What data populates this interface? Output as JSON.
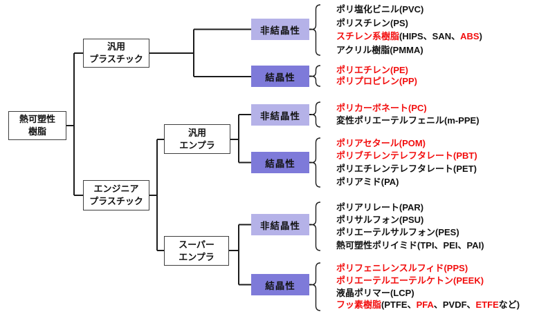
{
  "colors": {
    "amorphous_fill": "#b5b2e8",
    "crystalline_fill": "#7e7ad9",
    "red": "#f20d0d",
    "text": "#111111",
    "line": "#1b1b1b",
    "box_border": "#3c3c3c"
  },
  "nodes": {
    "root": "熱可塑性\n樹脂",
    "general_plastics": "汎用\nプラスチック",
    "engineering_plastics": "エンジニア\nプラスチック",
    "general_engineering_plastics": "汎用\nエンプラ",
    "super_engineering_plastics": "スーパー\nエンプラ"
  },
  "groups": [
    {
      "label": "非結晶性",
      "type": "amorphous",
      "items": [
        {
          "segments": [
            {
              "t": "ポリ塩化ビニル(PVC)",
              "c": "black"
            }
          ]
        },
        {
          "segments": [
            {
              "t": "ポリスチレン(PS)",
              "c": "black"
            }
          ]
        },
        {
          "segments": [
            {
              "t": "スチレン系樹脂",
              "c": "red"
            },
            {
              "t": "(HIPS、SAN、",
              "c": "black"
            },
            {
              "t": "ABS",
              "c": "red"
            },
            {
              "t": ")",
              "c": "black"
            }
          ]
        },
        {
          "segments": [
            {
              "t": "アクリル樹脂(PMMA)",
              "c": "black"
            }
          ]
        }
      ]
    },
    {
      "label": "結晶性",
      "type": "crystalline",
      "items": [
        {
          "segments": [
            {
              "t": "ポリエチレン(PE)",
              "c": "red"
            }
          ]
        },
        {
          "segments": [
            {
              "t": "ポリプロピレン(PP)",
              "c": "red"
            }
          ]
        }
      ]
    },
    {
      "label": "非結晶性",
      "type": "amorphous",
      "items": [
        {
          "segments": [
            {
              "t": "ポリカーボネート(PC)",
              "c": "red"
            }
          ]
        },
        {
          "segments": [
            {
              "t": "変性ポリエーテルフェニル(m-PPE)",
              "c": "black"
            }
          ]
        }
      ]
    },
    {
      "label": "結晶性",
      "type": "crystalline",
      "items": [
        {
          "segments": [
            {
              "t": "ポリアセタール(POM)",
              "c": "red"
            }
          ]
        },
        {
          "segments": [
            {
              "t": "ポリブチレンテレフタレート(PBT)",
              "c": "red"
            }
          ]
        },
        {
          "segments": [
            {
              "t": "ポリエチレンテレフタレート(PET)",
              "c": "black"
            }
          ]
        },
        {
          "segments": [
            {
              "t": "ポリアミド(PA)",
              "c": "black"
            }
          ]
        }
      ]
    },
    {
      "label": "非結晶性",
      "type": "amorphous",
      "items": [
        {
          "segments": [
            {
              "t": "ポリアリレート(PAR)",
              "c": "black"
            }
          ]
        },
        {
          "segments": [
            {
              "t": "ポリサルフォン(PSU)",
              "c": "black"
            }
          ]
        },
        {
          "segments": [
            {
              "t": "ポリエーテルサルフォン(PES)",
              "c": "black"
            }
          ]
        },
        {
          "segments": [
            {
              "t": "熱可塑性ポリイミド(TPI、PEI、PAI)",
              "c": "black"
            }
          ]
        }
      ]
    },
    {
      "label": "結晶性",
      "type": "crystalline",
      "items": [
        {
          "segments": [
            {
              "t": "ポリフェニレンスルフィド(PPS)",
              "c": "red"
            }
          ]
        },
        {
          "segments": [
            {
              "t": "ポリエーテルエーテルケトン(PEEK)",
              "c": "red"
            }
          ]
        },
        {
          "segments": [
            {
              "t": "液晶ポリマー(LCP)",
              "c": "black"
            }
          ]
        },
        {
          "segments": [
            {
              "t": "フッ素樹脂",
              "c": "red"
            },
            {
              "t": "(PTFE、",
              "c": "black"
            },
            {
              "t": "PFA",
              "c": "red"
            },
            {
              "t": "、PVDF、",
              "c": "black"
            },
            {
              "t": "ETFE",
              "c": "red"
            },
            {
              "t": "など)",
              "c": "black"
            }
          ]
        }
      ]
    }
  ]
}
